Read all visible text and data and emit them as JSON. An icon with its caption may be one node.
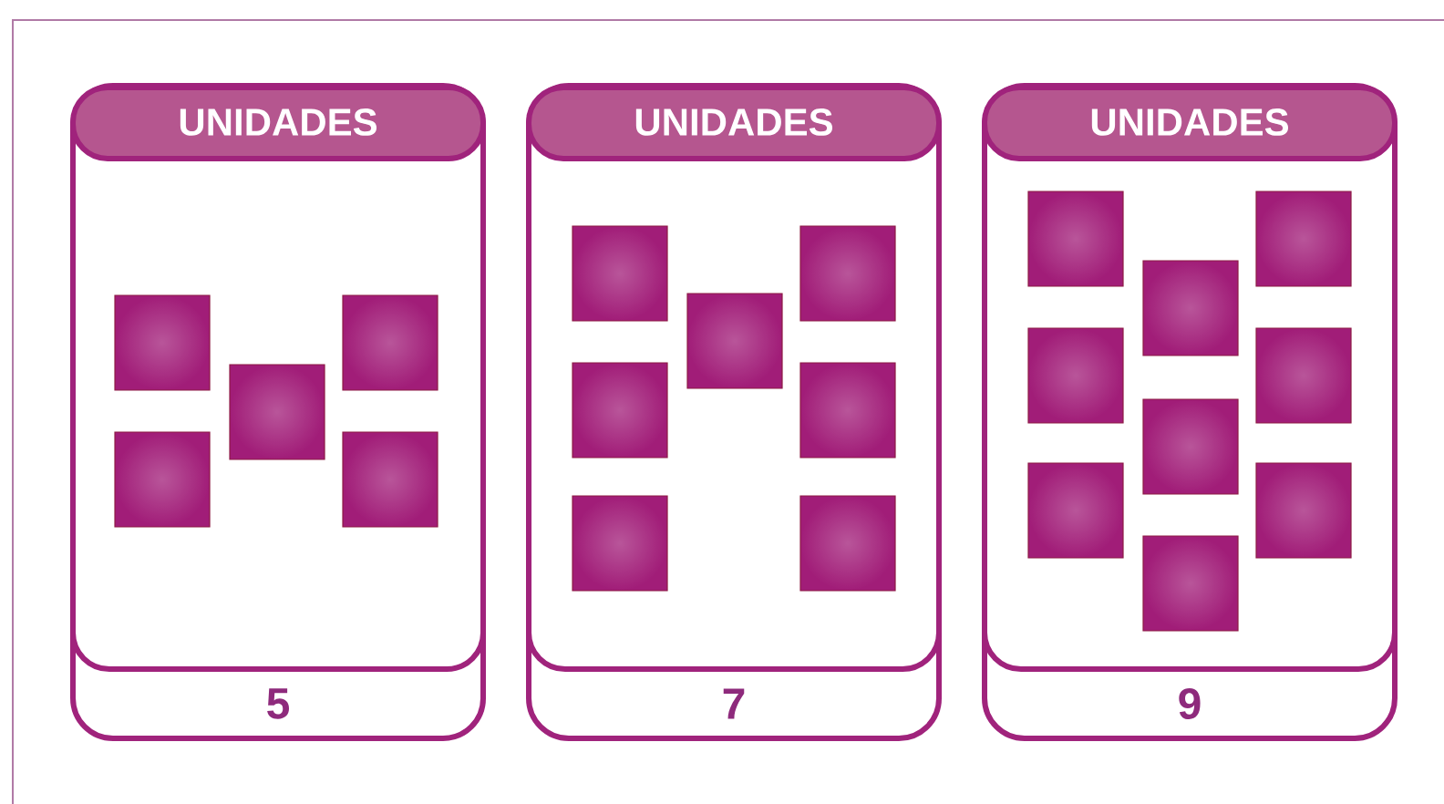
{
  "diagram": {
    "nodes": [
      {
        "text": [
          "UNIDADES",
          "5"
        ]
      },
      {
        "text": [],
        "shape": "box",
        "in": 0
      },
      {
        "text": [],
        "shape": "box",
        "in": 0
      },
      {
        "text": [],
        "shape": "box",
        "in": 0
      },
      {
        "text": [],
        "shape": "box",
        "in": 0
      },
      {
        "text": [],
        "shape": "box",
        "in": 0
      },
      {
        "text": [
          "UNIDADES",
          "7"
        ]
      },
      {
        "text": [],
        "shape": "box",
        "in": 6
      },
      {
        "text": [],
        "shape": "box",
        "in": 6
      },
      {
        "text": [],
        "shape": "box",
        "in": 6
      },
      {
        "text": [],
        "shape": "box",
        "in": 6
      },
      {
        "text": [],
        "shape": "box",
        "in": 6
      },
      {
        "text": [],
        "shape": "box",
        "in": 6
      },
      {
        "text": [],
        "shape": "box",
        "in": 6
      },
      {
        "text": [
          "UNIDADES",
          "9"
        ]
      },
      {
        "text": [],
        "shape": "box",
        "in": 14
      },
      {
        "text": [],
        "shape": "box",
        "in": 14
      },
      {
        "text": [],
        "shape": "box",
        "in": 14
      },
      {
        "text": [],
        "shape": "box",
        "in": 14
      },
      {
        "text": [],
        "shape": "box",
        "in": 14
      },
      {
        "text": [],
        "shape": "box",
        "in": 14
      },
      {
        "text": [],
        "shape": "box",
        "in": 14
      },
      {
        "text": [],
        "shape": "box",
        "in": 14
      },
      {
        "text": [],
        "shape": "box",
        "in": 14
      }
    ]
  }
}
